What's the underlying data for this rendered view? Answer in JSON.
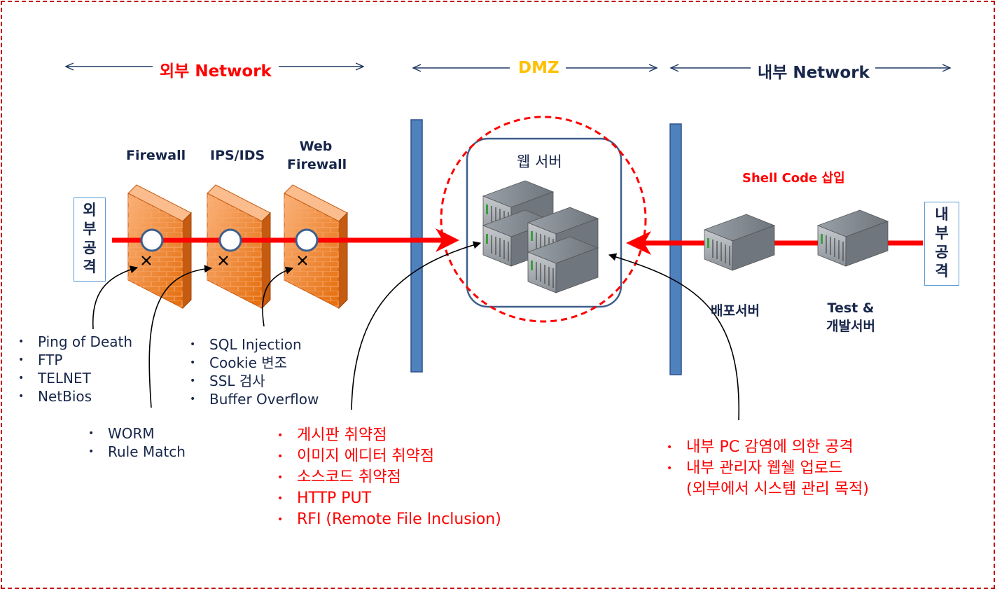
{
  "zones": {
    "external": "외부 Network",
    "dmz": "DMZ",
    "internal": "내부 Network"
  },
  "devices": {
    "firewall": "Firewall",
    "ips": "IPS/IDS",
    "waf_line1": "Web",
    "waf_line2": "Firewall",
    "web_server": "웹 서버",
    "deploy_server": "배포서버",
    "test_line1": "Test &",
    "test_line2": "개발서버",
    "shell_code": "Shell Code 삽입"
  },
  "external_attack": [
    "외",
    "부",
    "공",
    "격"
  ],
  "internal_attack": [
    "내",
    "부",
    "공",
    "격"
  ],
  "lists": {
    "firewall_attacks": [
      "Ping of Death",
      "FTP",
      "TELNET",
      "NetBios"
    ],
    "ips_attacks": [
      "WORM",
      "Rule Match"
    ],
    "waf_attacks": [
      "SQL Injection",
      "Cookie  변조",
      "SSL 검사",
      "Buffer Overflow"
    ],
    "web_vulns": [
      "게시판 취약점",
      "이미지 에디터 취약점",
      "소스코드 취약점",
      "HTTP PUT",
      "RFI (Remote File Inclusion)"
    ],
    "internal_attacks": [
      "내부 PC 감염에 의한 공격",
      "내부 관리자 웹쉘 업로드",
      "(외부에서 시스템 관리 목적)"
    ]
  },
  "colors": {
    "frame": "#c00000",
    "attack_line": "#ff0000",
    "zone_external": "#ff0000",
    "zone_dmz": "#ffc000",
    "zone_internal": "#17264a",
    "navy_text": "#17264a",
    "network_bar": "#4f81bd",
    "firewall_orange": "#f79646"
  }
}
